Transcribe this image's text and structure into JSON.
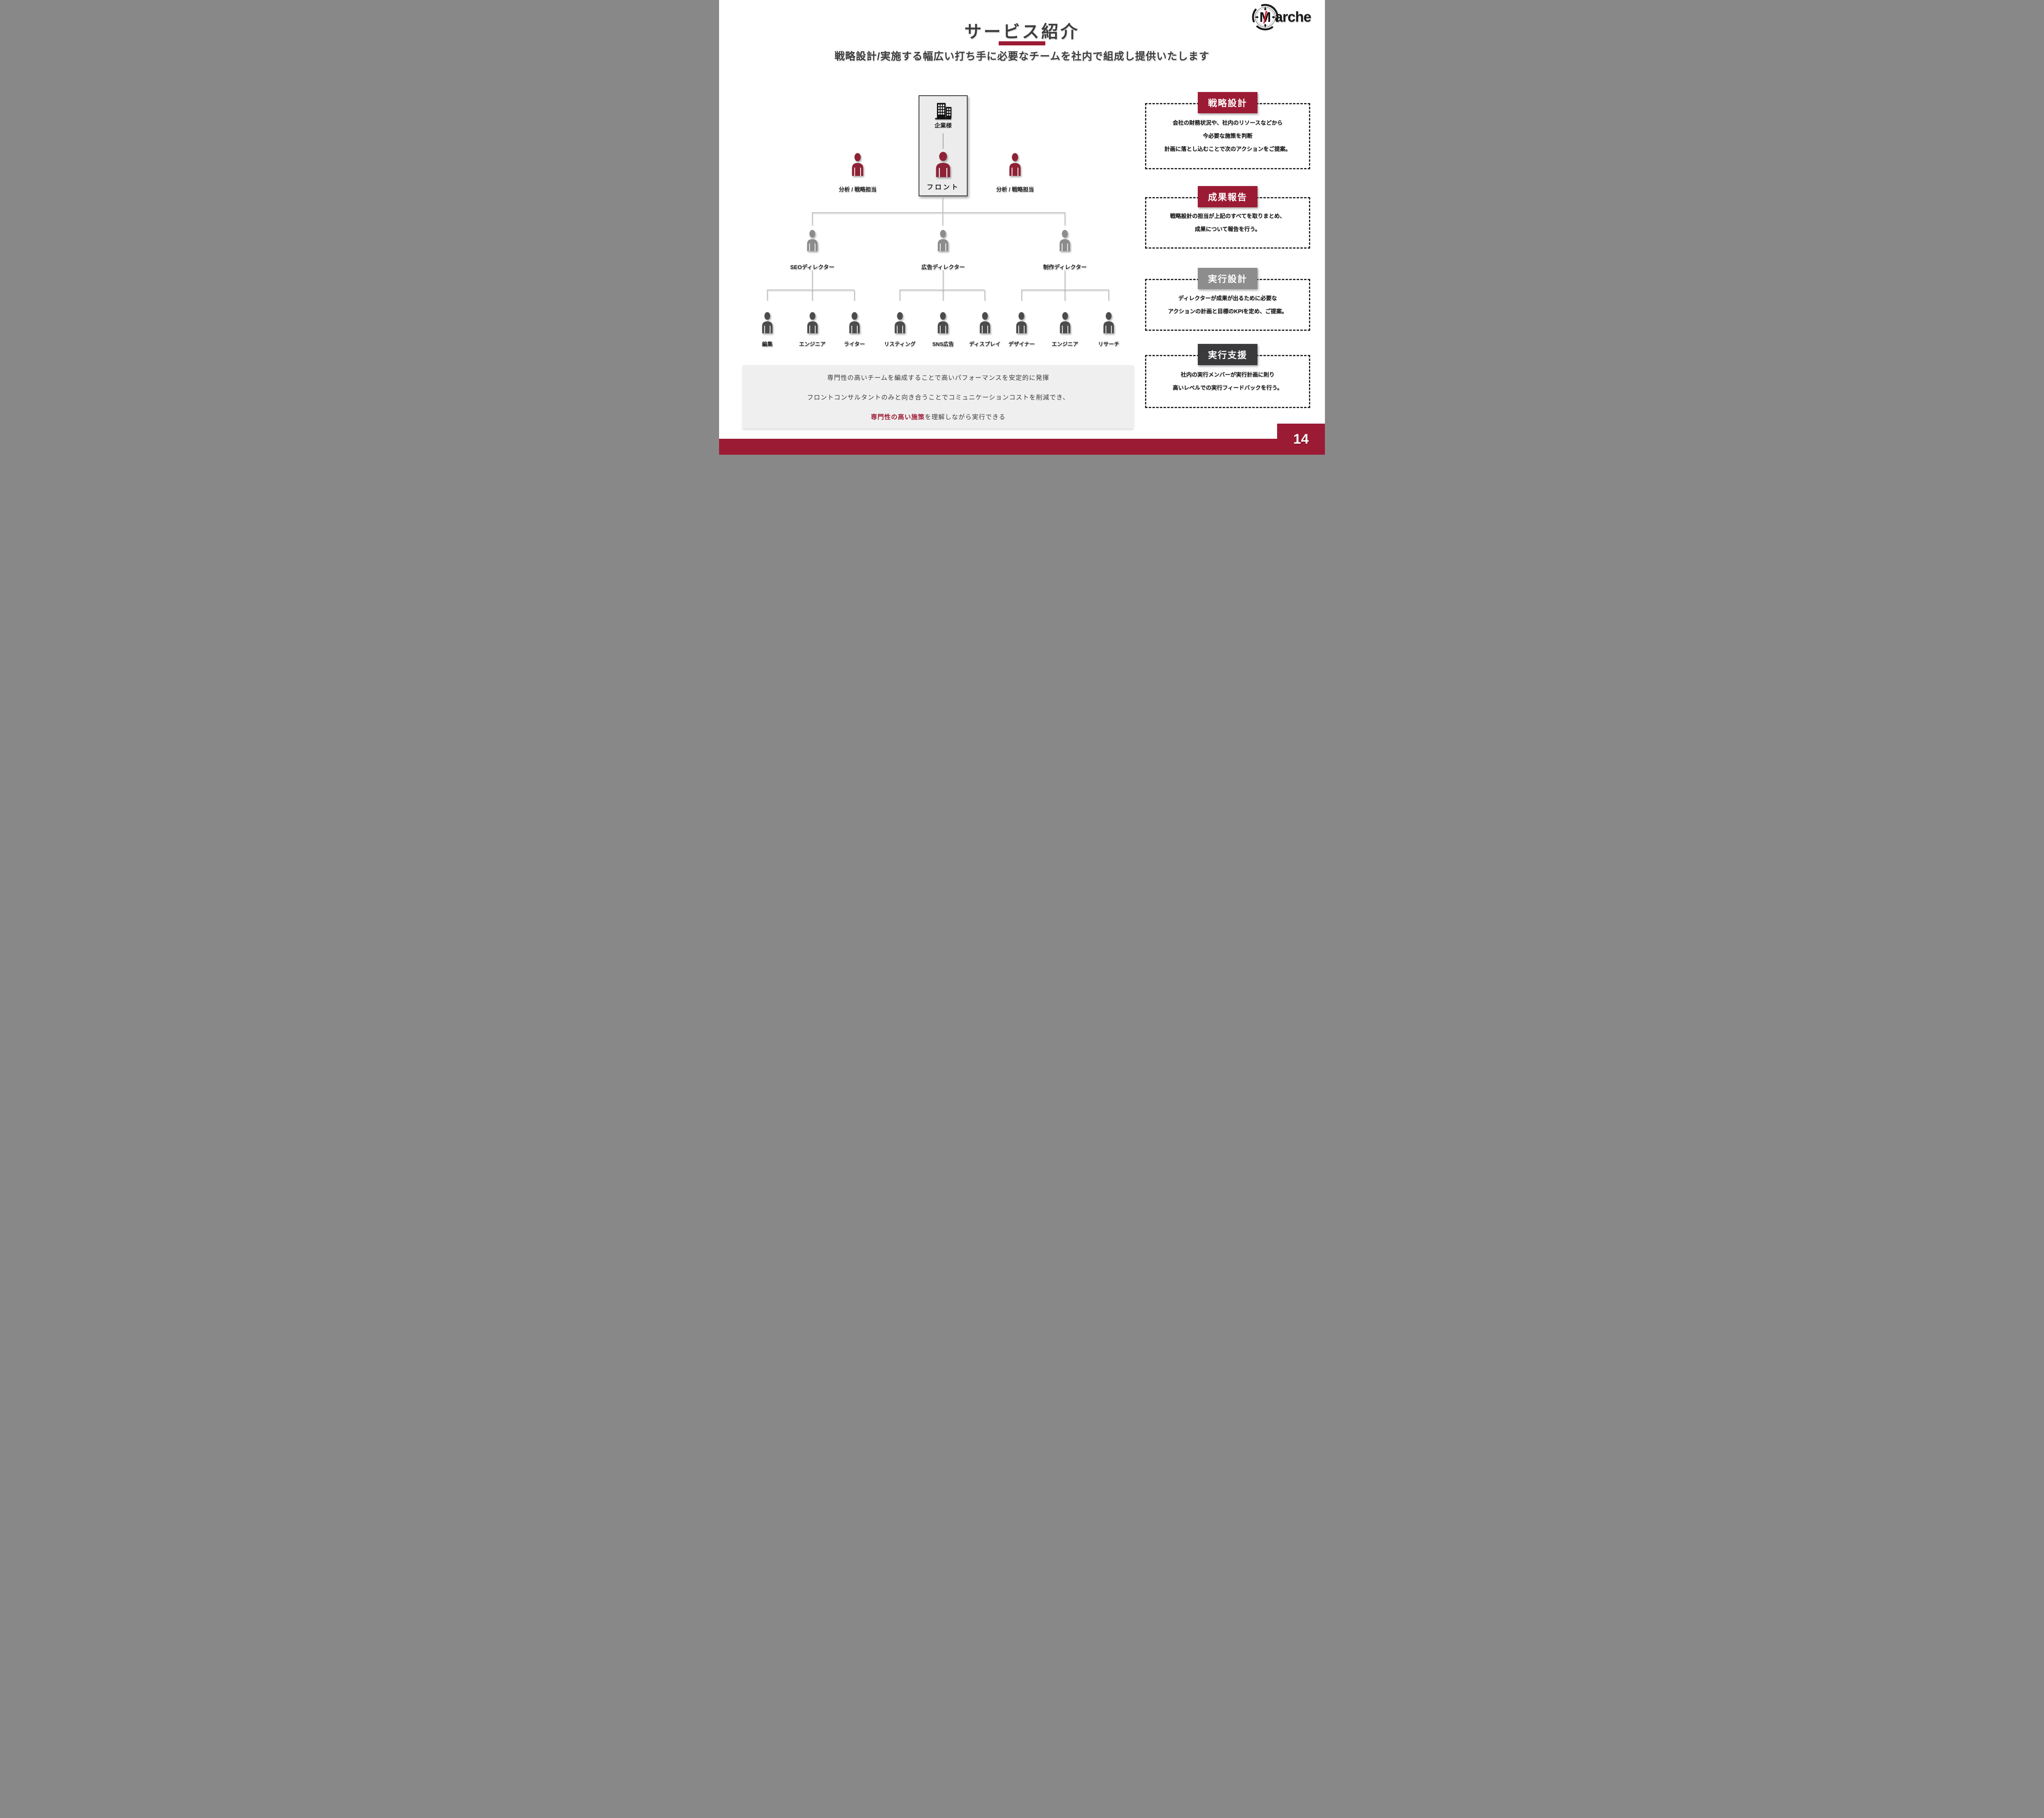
{
  "header": {
    "title": "サービス紹介",
    "subtitle": "戦略設計/実施する幅広い打ち手に必要なチームを社内で組成し提供いたします"
  },
  "logo": {
    "initial": "M",
    "rest": "arche"
  },
  "org_chart": {
    "client": {
      "company": "企業様",
      "front": "フロント"
    },
    "analyst_left": "分析 / 戦略担当",
    "analyst_right": "分析 / 戦略担当",
    "directors": [
      "SEOディレクター",
      "広告ディレクター",
      "制作ディレクター"
    ],
    "members": [
      "編集",
      "エンジニア",
      "ライター",
      "リスティング",
      "SNS広告",
      "ディスプレイ",
      "デザイナー",
      "エンジニア",
      "リサーチ"
    ]
  },
  "panels": [
    {
      "title": "戦略設計",
      "lines": [
        "会社の財務状況や、社内のリソースなどから",
        "今必要な施策を判断",
        "計画に落とし込むことで次のアクションをご提案。"
      ]
    },
    {
      "title": "成果報告",
      "lines": [
        "戦略設計の担当が上記のすべてを取りまとめ、",
        "成果について報告を行う。"
      ]
    },
    {
      "title": "実行設計",
      "lines": [
        "ディレクターが成果が出るために必要な",
        "アクションの計画と目標のKPIを定め、ご提案。"
      ]
    },
    {
      "title": "実行支援",
      "lines": [
        "社内の実行メンバーが実行計画に則り",
        "高いレベルでの実行フィードバックを行う。"
      ]
    }
  ],
  "summary": {
    "line1": "専門性の高いチームを編成することで高いパフォーマンスを安定的に発揮",
    "line2": "フロントコンサルタントのみと向き合うことでコミュニケーションコストを削減でき、",
    "line3_highlight": "専門性の高い施策",
    "line3_rest": "を理解しながら実行できる"
  },
  "footer": {
    "page_number": "14"
  },
  "colors": {
    "accent_red": "#9c1b34",
    "person_red": "#8e2236",
    "director_gray": "#8c8c8c",
    "member_charcoal": "#4c4c4c",
    "box_gray": "#ececec",
    "summary_gray": "#efefef"
  }
}
